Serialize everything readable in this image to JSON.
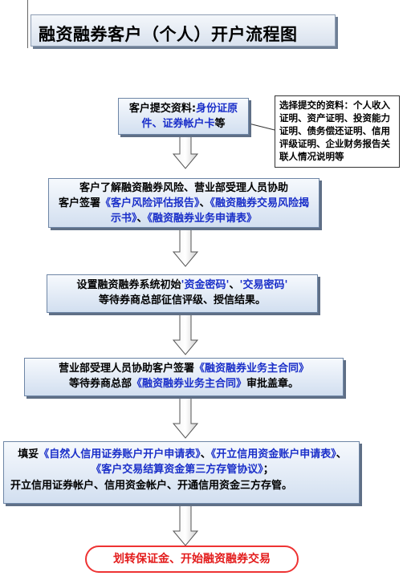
{
  "title": "融资融券客户（个人）开户流程图",
  "step1": {
    "prefix": "客户提交资料:",
    "highlight": "身份证原件、证券帐户卡",
    "suffix": "等"
  },
  "note": {
    "text": "选择提交的资料：个人收入证明、资产证明、投资能力证明、债务偿还证明、信用评级证明、企业财务报告关联人情况说明等"
  },
  "step2": {
    "line1": "客户了解融资融券风险、营业部受理人员协助",
    "pre": "客户签署",
    "h1": "《客户风险评估报告》",
    "sep1": "、",
    "h2": "《融资融券交易风险揭示书》",
    "sep2": "、",
    "h3": "《融资融券业务申请表》"
  },
  "step3": {
    "pre": "设置融资融券系统初始",
    "h1": "'资金密码'",
    "sep": "、",
    "h2": "'交易密码'",
    "line2": "等待券商总部征信评级、授信结果。"
  },
  "step4": {
    "pre1": "营业部受理人员协助客户签署",
    "h1": "《融资融券业务主合同》",
    "pre2": "等待券商总部",
    "h2": "《融资融券业务主合同》",
    "suf2": "审批盖章。"
  },
  "step5": {
    "pre": "填妥",
    "h1": "《自然人信用证券账户开户申请表》",
    "sep1": "、",
    "h2": "《开立信用资金账户申请表》",
    "sep2": "、",
    "h3": "《客户交易结算资金第三方存管协议》",
    "suf": "；",
    "line3": "开立信用证券帐户、信用资金帐户、开通信用资金三方存管。"
  },
  "final": {
    "text": "划转保证金、开始融资融券交易"
  }
}
